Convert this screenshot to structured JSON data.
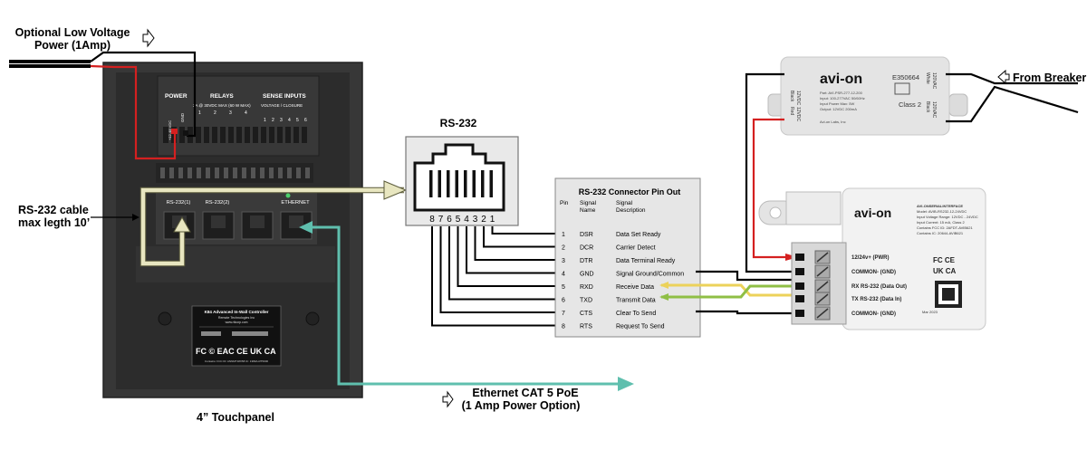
{
  "labels": {
    "optional_power_line1": "Optional Low Voltage",
    "optional_power_line2": "Power (1Amp)",
    "rs232_cable_line1": "RS-232 cable",
    "rs232_cable_line2": "max legth 10’",
    "touchpanel": "4” Touchpanel",
    "ethernet_line1": "Ethernet CAT 5 PoE",
    "ethernet_line2": "(1 Amp Power Option)",
    "from_breaker": "From Breaker",
    "rs232_title": "RS-232"
  },
  "touchpanel": {
    "section_power": "POWER",
    "section_relays": "RELAYS",
    "section_sense": "SENSE INPUTS",
    "relay_rating": "2A @ 30VDC MAX (60 W MAX)",
    "voltage_closure": "VOLTAGE / CLOSURE",
    "vdc": "+12-48 VDC",
    "gnd": "GND",
    "relay_numbers": [
      "1",
      "2",
      "3",
      "4"
    ],
    "sense_numbers": [
      "1",
      "2",
      "3",
      "4",
      "5",
      "6"
    ],
    "ports": [
      "RS-232(1)",
      "RS-232(2)",
      "",
      "ETHERNET"
    ],
    "sticker_title": "K84 Advanced In-Wall Controller",
    "sticker_maker": "Remote Technologies Inc",
    "sticker_site": "www.rticorp.com",
    "sticker_marks": "FC © EAC CE UK CA",
    "sticker_footer": "Contains: FCC ID: ANNMT18X58 IC: 1389A-RT5000"
  },
  "rj45": {
    "pin_numbers": [
      "8",
      "7",
      "6",
      "5",
      "4",
      "3",
      "2",
      "1"
    ]
  },
  "pinout": {
    "title": "RS-232 Connector Pin Out",
    "col_pin": "Pin",
    "col_signal_line1": "Signal",
    "col_signal_line2": "Name",
    "col_desc_line1": "Signal",
    "col_desc_line2": "Description",
    "rows": [
      {
        "pin": "1",
        "name": "DSR",
        "desc": "Data Set Ready"
      },
      {
        "pin": "2",
        "name": "DCR",
        "desc": "Carrier Detect"
      },
      {
        "pin": "3",
        "name": "DTR",
        "desc": "Data Terminal Ready"
      },
      {
        "pin": "4",
        "name": "GND",
        "desc": "Signal Ground/Common"
      },
      {
        "pin": "5",
        "name": "RXD",
        "desc": "Receive Data"
      },
      {
        "pin": "6",
        "name": "TXD",
        "desc": "Transmit Data"
      },
      {
        "pin": "7",
        "name": "CTS",
        "desc": "Clear To Send"
      },
      {
        "pin": "8",
        "name": "RTS",
        "desc": "Request To Send"
      }
    ]
  },
  "power_supply": {
    "brand": "avi-on",
    "e_number": "E350664",
    "class_label": "Class 2",
    "part": "Part: AVI-PSR-277-12-200",
    "input": "Input: 100-277VAC 50/60Hz",
    "input_power": "Input Power Max: 5W",
    "output": "Output: 12VDC 200mA",
    "company": "Avi-on Labs, Inc",
    "left_top_wire_1": "12VDC",
    "left_top_wire_2": "Black",
    "left_bottom_wire_1": "12VDC",
    "left_bottom_wire_2": "Red",
    "right_top_wire_1": "120VAC",
    "right_top_wire_2": "White",
    "right_bottom_wire_1": "120VAC",
    "right_bottom_wire_2": "Black"
  },
  "interface": {
    "brand": "avi-on",
    "info_line1": "AVI-ONSERIALINTERFACE",
    "info_line2": "Model: AVIB-RS232-12-24VDC",
    "info_line3": "Input Voltage Range: 12VDC - 24VDC",
    "info_line4": "Input Current: 15 mA, Class 2",
    "info_line5": "Contains FCC ID: 2AFDT-AVIB621",
    "info_line6": "Contains IC: 20644-AVIB621",
    "terminals": [
      "12/24v+ (PWR)",
      "COMMON- (GND)",
      "RX RS-232 (Data Out)",
      "TX RS-232 (Data In)",
      "COMMON- (GND)"
    ],
    "marks_line1": "FC CE",
    "marks_line2": "UK CA",
    "batch": "Mar 2023"
  },
  "colors": {
    "panel_body": "#3a3a3a",
    "panel_inner": "#2b2b2b",
    "wire_black": "#000000",
    "wire_red": "#d42020",
    "rs232_cable": "#e8e6c0",
    "rs232_cable_edge": "#5a5a3a",
    "ethernet_cable": "#5fbfae",
    "rx_wire": "#ecd25a",
    "tx_wire": "#8fbf45",
    "device_gray": "#e6e6e6"
  }
}
